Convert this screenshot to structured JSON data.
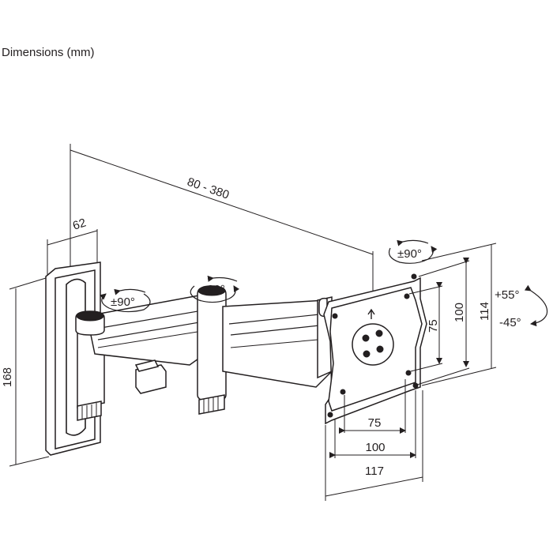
{
  "title": "Dimensions (mm)",
  "dimensions": {
    "arm_reach": "80 - 380",
    "wall_plate_depth": "62",
    "wall_plate_height": "168",
    "vesa_inner_h": "75",
    "vesa_outer_h": "100",
    "plate_width": "117",
    "vesa_inner_v": "75",
    "vesa_outer_v": "100",
    "plate_height": "114"
  },
  "rotations": {
    "wall_swivel": "±90°",
    "elbow_swivel": "±90°",
    "head_swivel": "±90°",
    "tilt_up": "+55°",
    "tilt_down": "-45°"
  }
}
